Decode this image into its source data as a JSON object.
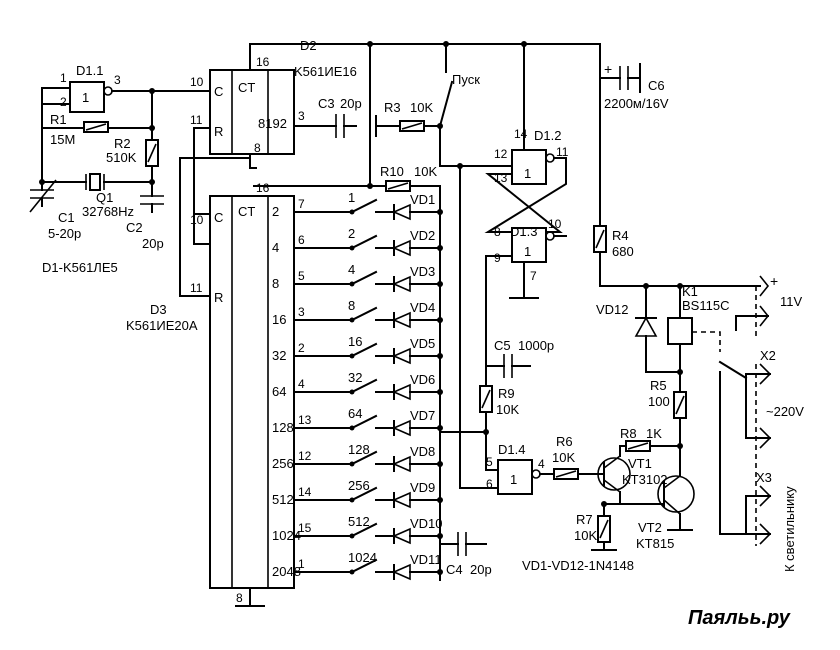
{
  "d1_1": {
    "name": "D1.1",
    "glyph": "1",
    "pins": [
      "1",
      "2",
      "3"
    ]
  },
  "d1_2": {
    "name": "D1.2",
    "glyph": "1",
    "pins": [
      "14",
      "12",
      "13",
      "11"
    ]
  },
  "d1_3": {
    "name": "D1.3",
    "glyph": "1",
    "pins": [
      "8",
      "9",
      "10",
      "7"
    ]
  },
  "d1_4": {
    "name": "D1.4",
    "glyph": "1",
    "pins": [
      "5",
      "6",
      "4"
    ]
  },
  "d2": {
    "name": "D2",
    "part": "K561ИЕ16",
    "ct": "CT",
    "c": "C",
    "r": "R",
    "count": "8192",
    "pin_c": "10",
    "pin_r": "11",
    "pin_vdd": "16",
    "pin_gnd": "8",
    "pin_out": "3"
  },
  "d3": {
    "name": "D3",
    "part": "K561ИЕ20A",
    "ct": "CT",
    "c": "C",
    "r": "R",
    "pin_c": "10",
    "pin_r": "11",
    "pin_vdd": "16",
    "pin_gnd": "8"
  },
  "counter_rows": [
    {
      "value": "2",
      "pin": "7",
      "switch": "1",
      "diode": "VD1"
    },
    {
      "value": "4",
      "pin": "6",
      "switch": "2",
      "diode": "VD2"
    },
    {
      "value": "8",
      "pin": "5",
      "switch": "4",
      "diode": "VD3"
    },
    {
      "value": "16",
      "pin": "3",
      "switch": "8",
      "diode": "VD4"
    },
    {
      "value": "32",
      "pin": "2",
      "switch": "16",
      "diode": "VD5"
    },
    {
      "value": "64",
      "pin": "4",
      "switch": "32",
      "diode": "VD6"
    },
    {
      "value": "128",
      "pin": "13",
      "switch": "64",
      "diode": "VD7"
    },
    {
      "value": "256",
      "pin": "12",
      "switch": "128",
      "diode": "VD8"
    },
    {
      "value": "512",
      "pin": "14",
      "switch": "256",
      "diode": "VD9"
    },
    {
      "value": "1024",
      "pin": "15",
      "switch": "512",
      "diode": "VD10"
    },
    {
      "value": "2048",
      "pin": "1",
      "switch": "1024",
      "diode": "VD11"
    }
  ],
  "parts": {
    "r1": {
      "name": "R1",
      "value": "15M"
    },
    "r2": {
      "name": "R2",
      "value": "510K"
    },
    "q1": {
      "name": "Q1",
      "value": "32768Hz"
    },
    "c1": {
      "name": "C1",
      "value": "5-20p"
    },
    "c2": {
      "name": "C2",
      "value": "20p"
    },
    "c3": {
      "name": "C3",
      "value": "20p"
    },
    "r3": {
      "name": "R3",
      "value": "10K"
    },
    "start": {
      "label": "Пуск"
    },
    "r10": {
      "name": "R10",
      "value": "10K"
    },
    "c6": {
      "name": "C6",
      "value": "2200м/16V",
      "plus": "+"
    },
    "r4": {
      "name": "R4",
      "value": "680"
    },
    "c5": {
      "name": "C5",
      "value": "1000p"
    },
    "r9": {
      "name": "R9",
      "value": "10K"
    },
    "r6": {
      "name": "R6",
      "value": "10K"
    },
    "r8": {
      "name": "R8",
      "value": "1K"
    },
    "r7": {
      "name": "R7",
      "value": "10K"
    },
    "r5": {
      "name": "R5",
      "value": "100"
    },
    "vt1": {
      "name": "VT1",
      "value": "KT3102"
    },
    "vt2": {
      "name": "VT2",
      "value": "KT815"
    },
    "vd12": {
      "name": "VD12"
    },
    "k1": {
      "name": "K1",
      "value": "BS115C"
    },
    "c4": {
      "name": "C4",
      "value": "20p"
    }
  },
  "notes": {
    "d1_type": "D1-K561ЛЕ5",
    "vd_type": "VD1-VD12-1N4148",
    "supply": "11V",
    "supply_plus": "+",
    "mains": "~220V",
    "x2": "X2",
    "x3": "X3",
    "lamp": "К светильнику"
  },
  "watermark": "Паяльь.ру"
}
